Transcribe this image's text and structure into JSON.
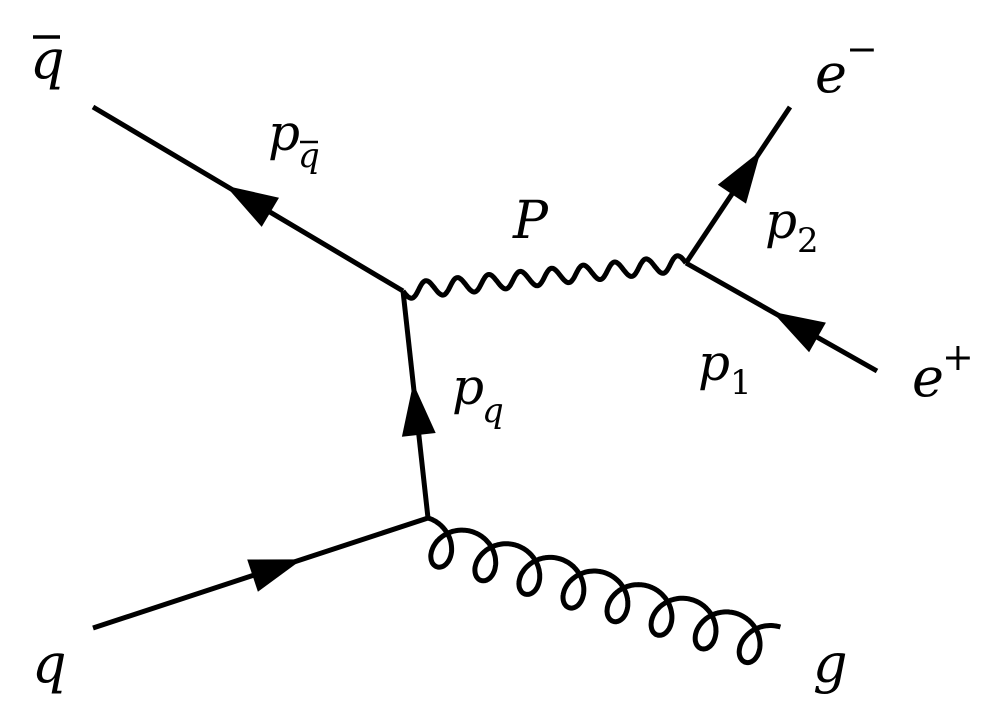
{
  "diagram": {
    "particles": {
      "q": "q",
      "qbar": "q",
      "g": "g",
      "e_minus": "e",
      "e_minus_sup": "−",
      "e_plus": "e",
      "e_plus_sup": "+"
    },
    "momenta": {
      "p_qbar": "p",
      "p_qbar_sub": "q",
      "p_q": "p",
      "p_q_sub": "q",
      "P": "P",
      "p1": "p",
      "p1_sub": "1",
      "p2": "p",
      "p2_sub": "2"
    }
  }
}
